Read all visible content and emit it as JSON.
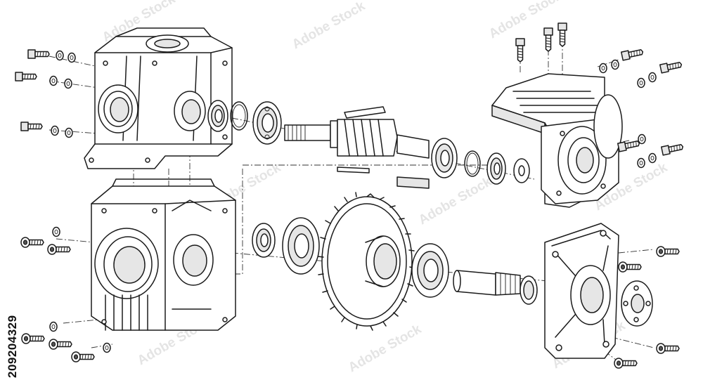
{
  "image": {
    "stock_id": "209204329",
    "watermark_text": "Adobe Stock"
  },
  "parts": [
    "upper-housing",
    "lower-housing",
    "flange-cover",
    "motor-adapter-flange",
    "output-cover",
    "worm-shaft",
    "worm-wheel",
    "output-shaft",
    "bearings",
    "oil-seals",
    "retaining-rings",
    "keys",
    "bolts",
    "washers"
  ]
}
